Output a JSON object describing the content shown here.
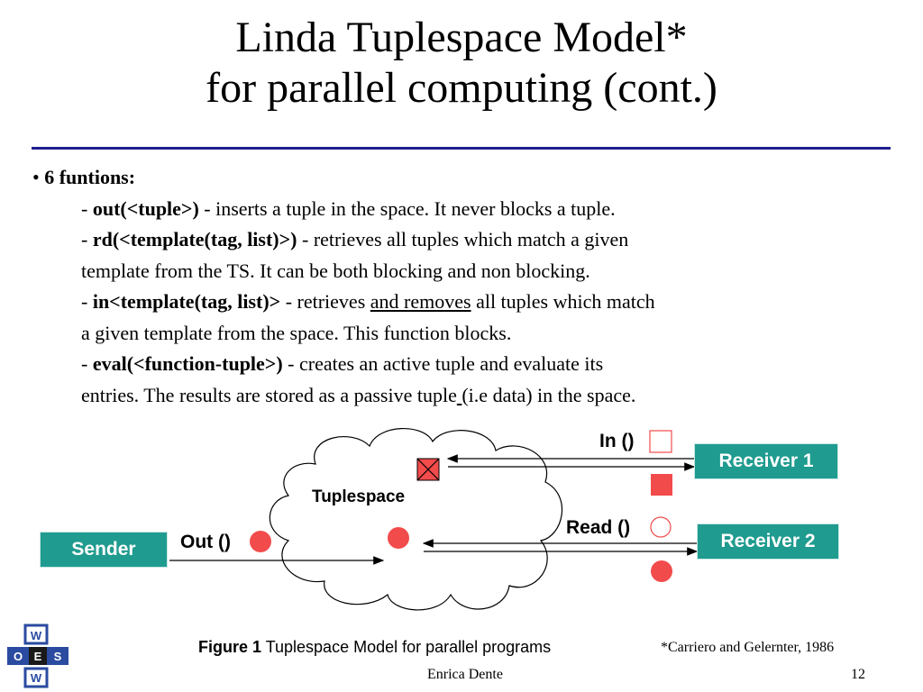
{
  "slide": {
    "title_line1": "Linda Tuplespace Model*",
    "title_line2": "for parallel computing (cont.)",
    "bullet_marker": "•",
    "bullet_heading": "6 funtions:",
    "functions": [
      {
        "dash": "-",
        "name": "out(<tuple>)",
        "desc": " - inserts a tuple in the space. It never blocks a tuple."
      },
      {
        "dash": "-",
        "name": "rd(<template(tag, list)>)",
        "desc": " - retrieves all tuples which match a given",
        "desc_cont": "template from the TS. It can be both blocking and non blocking."
      },
      {
        "dash": "-",
        "name": "in<template(tag, list)>",
        "desc_pre": " - retrieves ",
        "desc_underline": "and removes",
        "desc_post": " all tuples which match",
        "desc_cont": "a given template from the space. This function blocks."
      },
      {
        "dash": "-",
        "name": "eval(<function-tuple>)",
        "desc": " - creates an active tuple and evaluate its",
        "desc_cont_pre": "entries. The results are stored as a passive tuple",
        "desc_cont_underline": " ",
        "desc_cont_post": "(i.e data) in the space."
      }
    ],
    "figure": {
      "cloud_label": "Tuplespace",
      "sender": "Sender",
      "receiver1": "Receiver 1",
      "receiver2": "Receiver 2",
      "out_label": "Out ()",
      "in_label": "In ()",
      "read_label": "Read ()",
      "cloud_color": "#ffffff",
      "tuple_color": "#f24b4b",
      "box_color": "#1f9b8f"
    },
    "caption_bold": "Figure 1",
    "caption_text": " Tuplespace Model for parallel programs",
    "reference": "*Carriero and Gelernter, 1986",
    "author": "Enrica Dente",
    "page_number": "12",
    "logo_letters": [
      "W",
      "O",
      "E",
      "S",
      "W"
    ]
  }
}
